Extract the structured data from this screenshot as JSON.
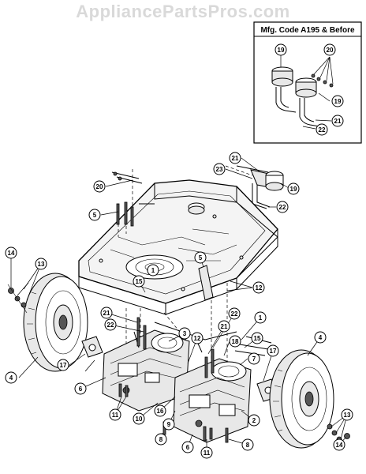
{
  "watermark": "AppliancePartsPros.com",
  "inset": {
    "title": "Mfg. Code A195 & Before"
  },
  "callouts": [
    {
      "id": "c-inset-19",
      "label": "19"
    },
    {
      "id": "c-inset-20",
      "label": "20"
    },
    {
      "id": "c-inset-19b",
      "label": "19"
    },
    {
      "id": "c-inset-21",
      "label": "21"
    },
    {
      "id": "c-inset-22",
      "label": "22"
    },
    {
      "id": "c-20",
      "label": "20"
    },
    {
      "id": "c-21-top",
      "label": "21"
    },
    {
      "id": "c-23",
      "label": "23"
    },
    {
      "id": "c-19",
      "label": "19"
    },
    {
      "id": "c-22-top",
      "label": "22"
    },
    {
      "id": "c-5a",
      "label": "5"
    },
    {
      "id": "c-5b",
      "label": "5"
    },
    {
      "id": "c-1a",
      "label": "1"
    },
    {
      "id": "c-15a",
      "label": "15"
    },
    {
      "id": "c-12a",
      "label": "12"
    },
    {
      "id": "c-14a",
      "label": "14"
    },
    {
      "id": "c-13a",
      "label": "13"
    },
    {
      "id": "c-21a",
      "label": "21"
    },
    {
      "id": "c-22a",
      "label": "22"
    },
    {
      "id": "c-3",
      "label": "3"
    },
    {
      "id": "c-22b",
      "label": "22"
    },
    {
      "id": "c-21b",
      "label": "21"
    },
    {
      "id": "c-12b",
      "label": "12"
    },
    {
      "id": "c-18",
      "label": "18"
    },
    {
      "id": "c-1b",
      "label": "1"
    },
    {
      "id": "c-15b",
      "label": "15"
    },
    {
      "id": "c-7a",
      "label": "7"
    },
    {
      "id": "c-17a",
      "label": "17"
    },
    {
      "id": "c-4a",
      "label": "4"
    },
    {
      "id": "c-17b",
      "label": "17"
    },
    {
      "id": "c-6a",
      "label": "6"
    },
    {
      "id": "c-11a",
      "label": "11"
    },
    {
      "id": "c-10",
      "label": "10"
    },
    {
      "id": "c-16",
      "label": "16"
    },
    {
      "id": "c-9",
      "label": "9"
    },
    {
      "id": "c-2",
      "label": "2"
    },
    {
      "id": "c-8a",
      "label": "8"
    },
    {
      "id": "c-6b",
      "label": "6"
    },
    {
      "id": "c-11b",
      "label": "11"
    },
    {
      "id": "c-8b",
      "label": "8"
    },
    {
      "id": "c-4b",
      "label": "4"
    },
    {
      "id": "c-13b",
      "label": "13"
    },
    {
      "id": "c-14b",
      "label": "14"
    },
    {
      "id": "c-7b",
      "label": "7"
    },
    {
      "id": "c-17c",
      "label": "17"
    }
  ]
}
